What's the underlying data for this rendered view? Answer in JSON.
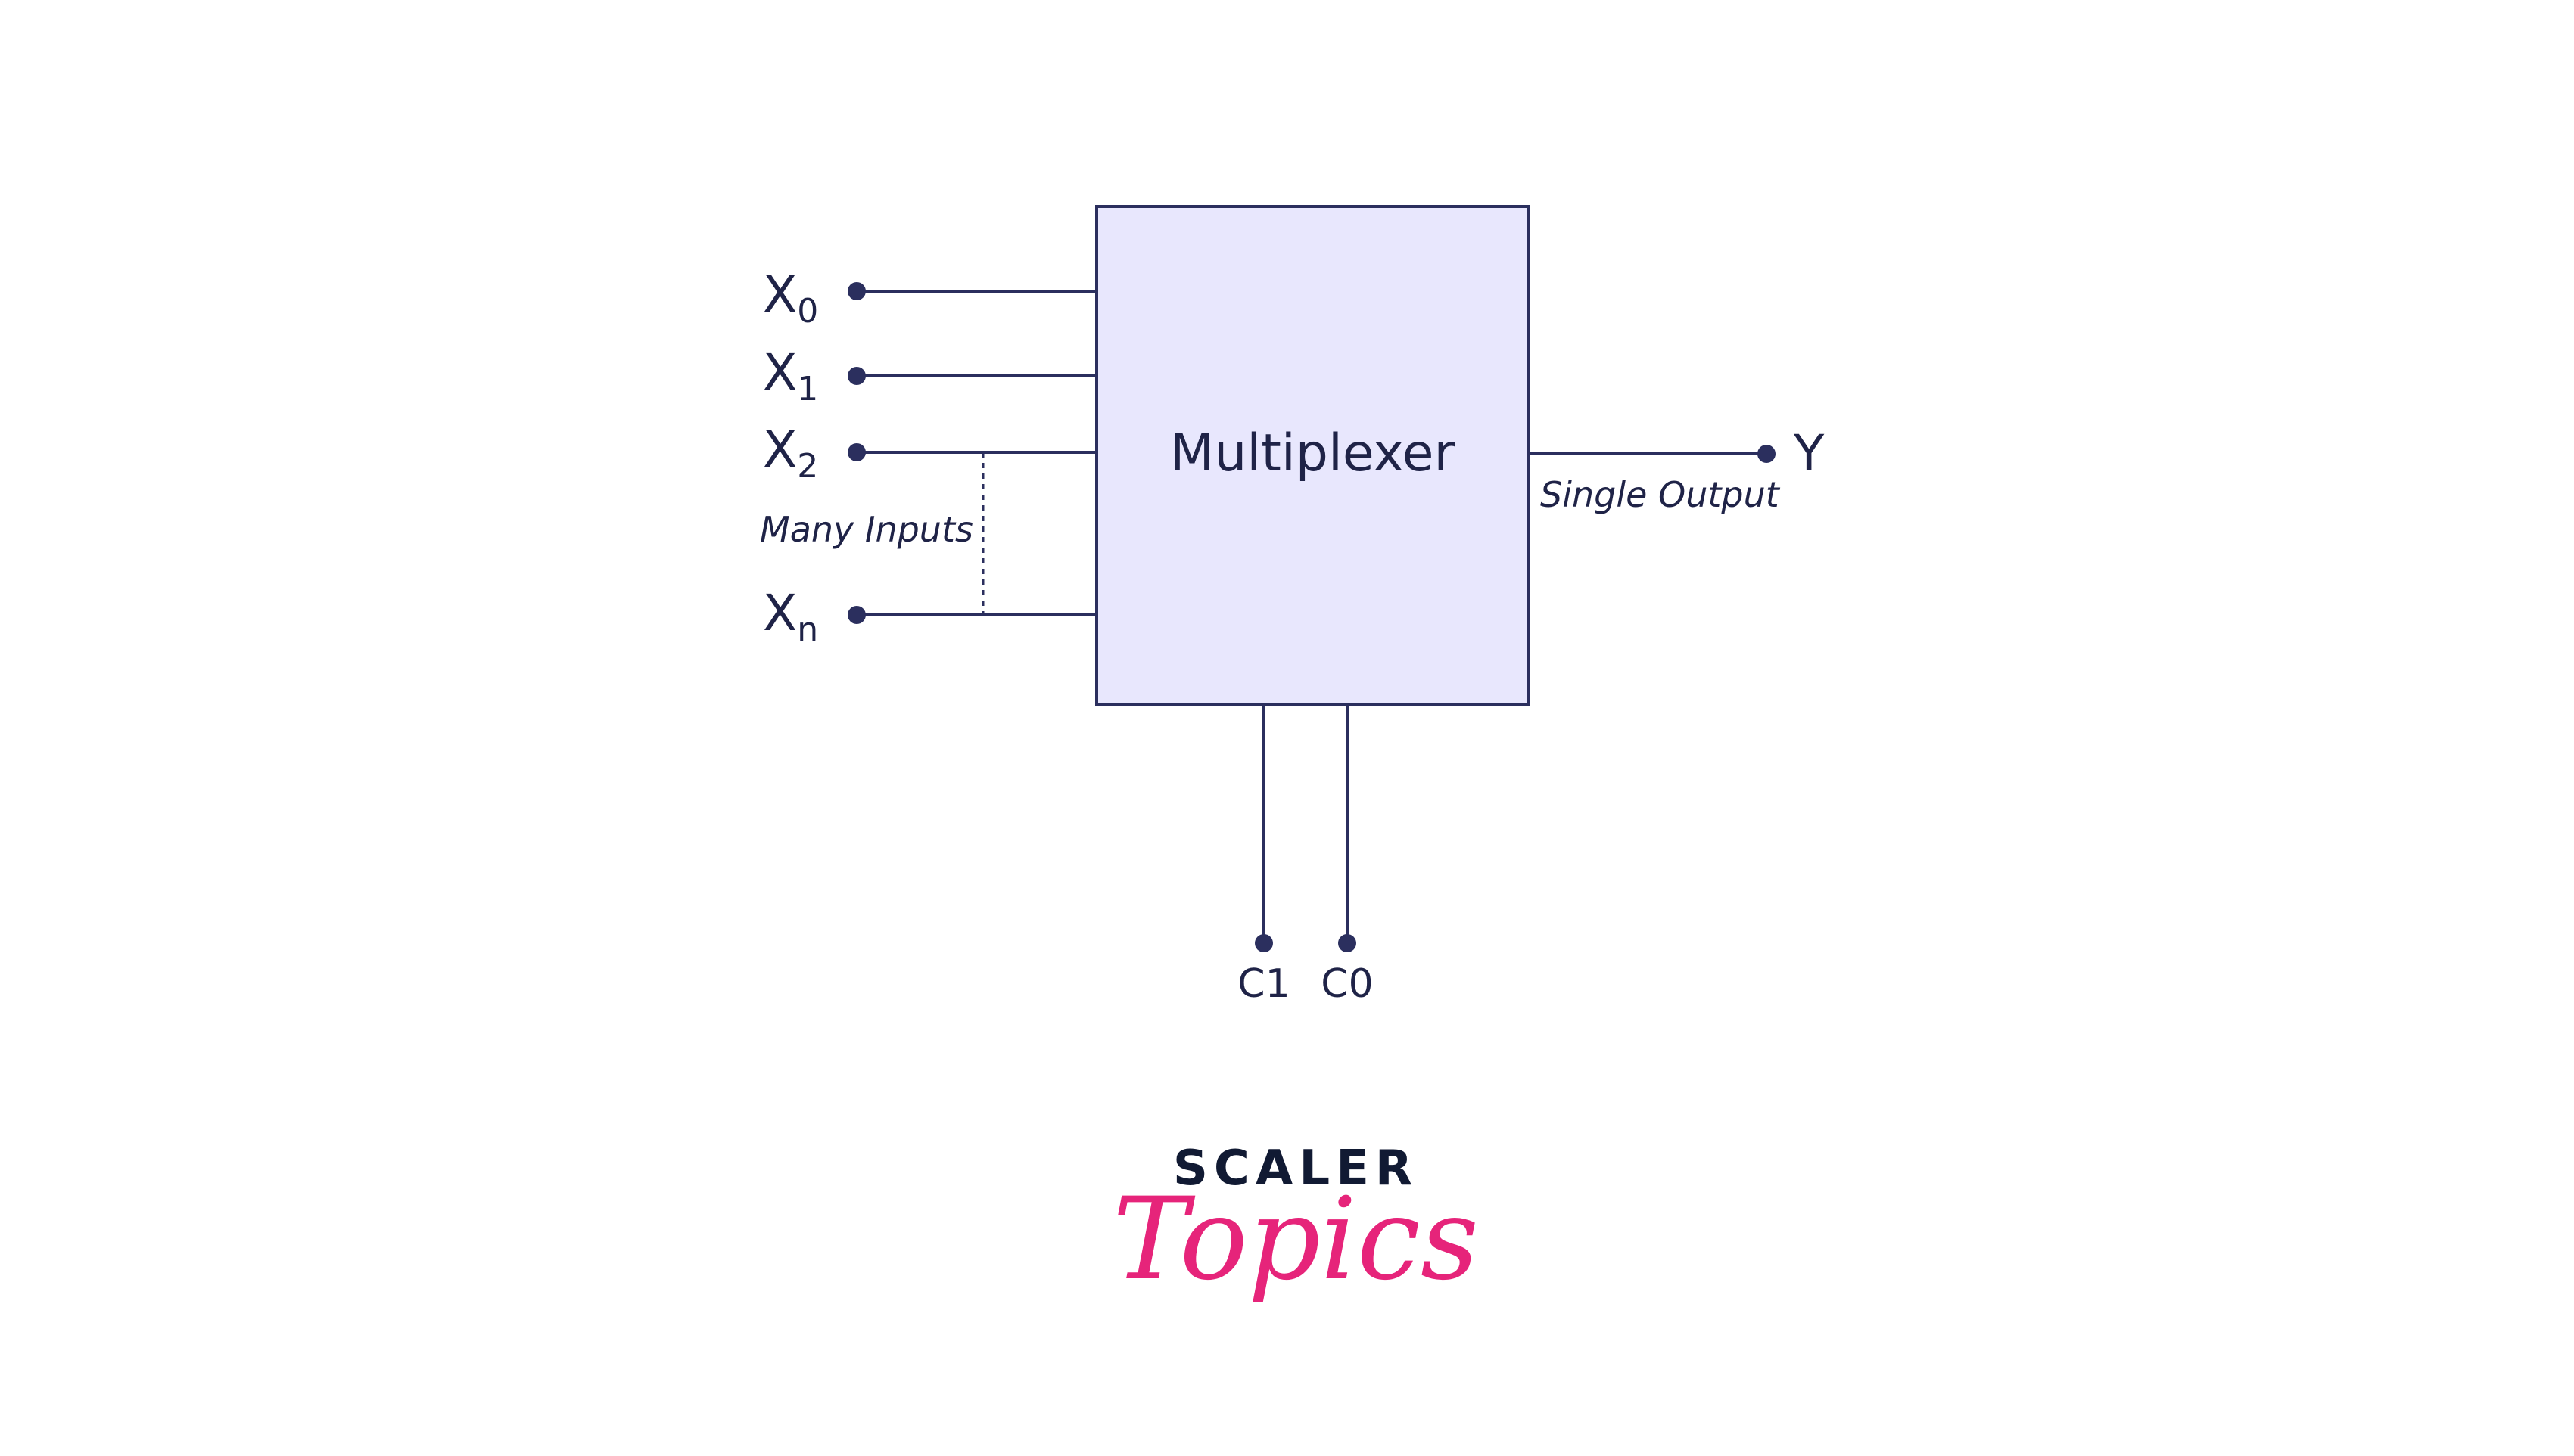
{
  "diagram": {
    "block_label": "Multiplexer",
    "inputs": [
      {
        "base": "X",
        "sub": "0"
      },
      {
        "base": "X",
        "sub": "1"
      },
      {
        "base": "X",
        "sub": "2"
      },
      {
        "base": "X",
        "sub": "n"
      }
    ],
    "inputs_caption": "Many Inputs",
    "output_label": "Y",
    "output_caption": "Single Output",
    "controls": [
      "C1",
      "C0"
    ]
  },
  "brand": {
    "line1": "SCALER",
    "line2": "Topics"
  },
  "colors": {
    "block_fill": "#e8e7fd",
    "stroke": "#2b2f5e",
    "text": "#1f2347",
    "brand_dark": "#111a33",
    "brand_pink": "#e6247a"
  }
}
